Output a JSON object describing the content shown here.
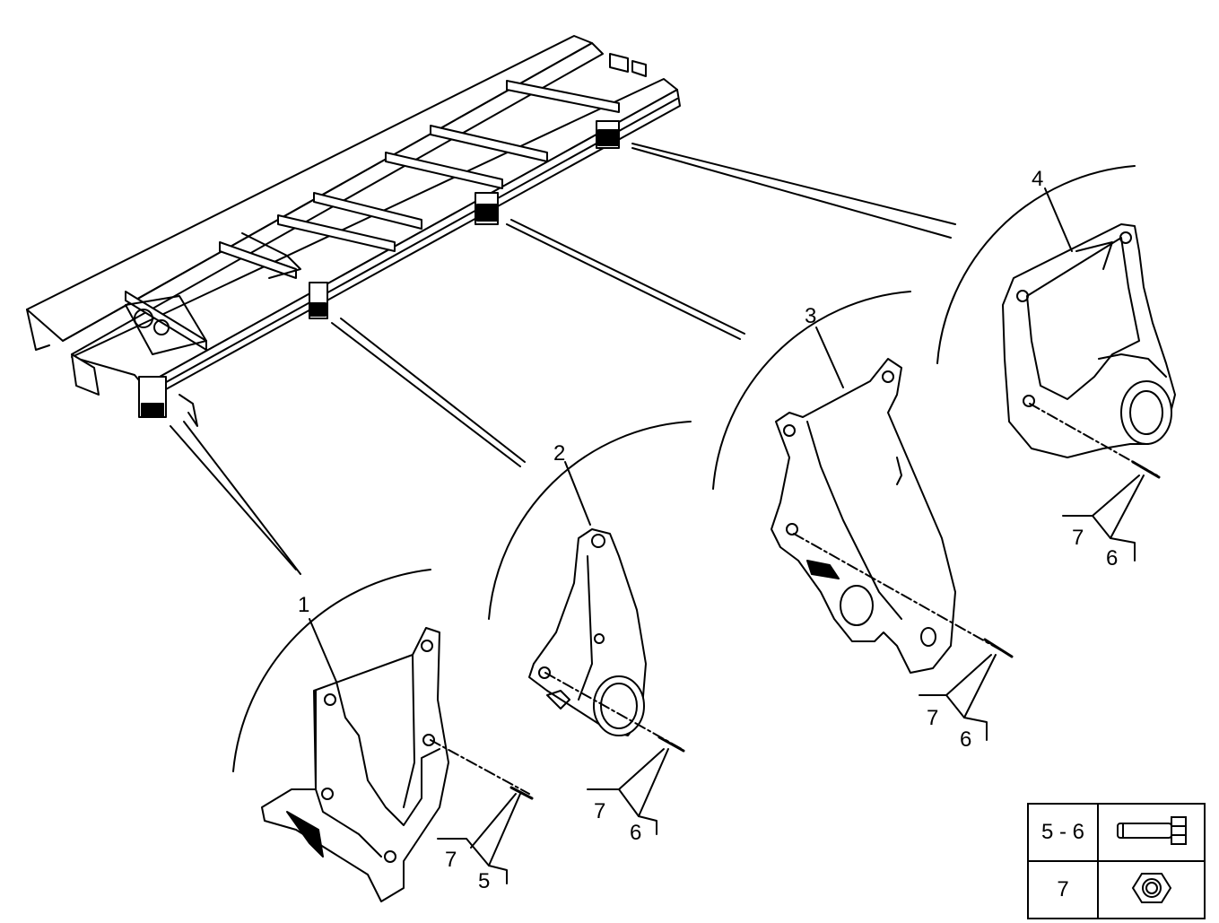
{
  "callouts": {
    "part_1": "1",
    "part_2": "2",
    "part_3": "3",
    "part_4": "4",
    "p1_nut": "7",
    "p1_bolt": "5",
    "p2_nut": "7",
    "p2_bolt": "6",
    "p3_nut": "7",
    "p3_bolt": "6",
    "p4_nut": "7",
    "p4_bolt": "6"
  },
  "legend": {
    "rows": [
      {
        "ref": "5 - 6",
        "icon": "hex-bolt-icon"
      },
      {
        "ref": "7",
        "icon": "hex-nut-icon"
      }
    ]
  }
}
